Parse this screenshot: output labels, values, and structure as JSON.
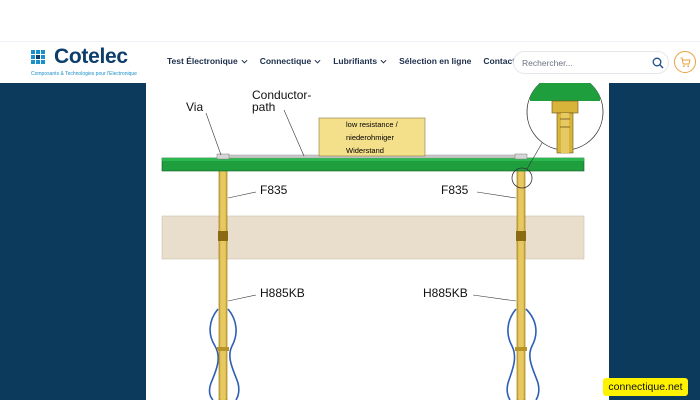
{
  "brand": {
    "name": "Cotelec",
    "tagline": "Composants & Technologies pour l'Electronique",
    "color": "#0c3d6b",
    "accent": "#1b8fc9"
  },
  "nav": {
    "items": [
      {
        "label": "Test Électronique",
        "has_dropdown": true
      },
      {
        "label": "Connectique",
        "has_dropdown": true
      },
      {
        "label": "Lubrifiants",
        "has_dropdown": true
      },
      {
        "label": "Sélection en ligne",
        "has_dropdown": false
      },
      {
        "label": "Contact",
        "has_dropdown": false
      }
    ]
  },
  "search": {
    "placeholder": "Rechercher...",
    "value": "",
    "icon": "search-icon"
  },
  "cart": {
    "icon": "cart-icon",
    "color": "#e7a33e"
  },
  "diagram": {
    "labels": {
      "via": "Via",
      "conductor_line1": "Conductor-",
      "conductor_line2": "path",
      "resistance_line1": "low resistance /",
      "resistance_line2": "niederohmiger",
      "resistance_line3": "Widerstand",
      "probe_left": "F835",
      "probe_right": "F835",
      "receptacle_left": "H885KB",
      "receptacle_right": "H885KB"
    },
    "colors": {
      "pcb": "#1f9e3e",
      "resistor": "#f4df8b",
      "plate": "#e9ddcb",
      "probe": "#d9b43a",
      "wire": "#2f5fb4",
      "background": "#0b3a5c"
    }
  },
  "watermark": {
    "text": "connectique.net",
    "color": "#fff200"
  }
}
